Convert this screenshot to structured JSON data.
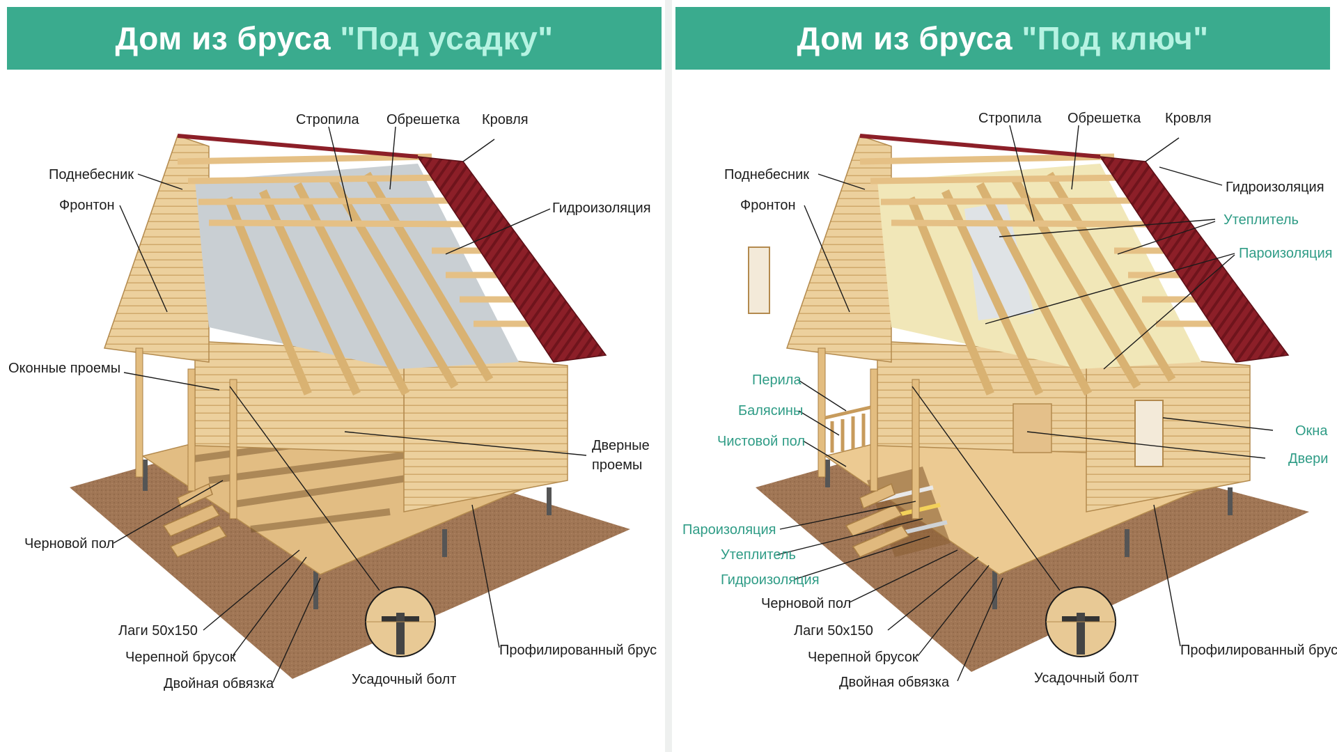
{
  "colors": {
    "header_bg": "#3aab8e",
    "header_accent": "#b6f3e2",
    "label_dark": "#1d1d1d",
    "label_teal": "#2f9c86",
    "roof": "#8c1f28",
    "timber": "#e8c792",
    "ground": "#9b7150"
  },
  "left": {
    "title_prefix": "Дом из бруса ",
    "title_accent": "\"Под усадку\"",
    "labels": {
      "stropila": "Стропила",
      "obreshetka": "Обрешетка",
      "krovlya": "Кровля",
      "podnebesnik": "Поднебесник",
      "fronton": "Фронтон",
      "gidroizolyaciya": "Гидроизоляция",
      "okonnye": "Оконные проемы",
      "dvernye_1": "Дверные",
      "dvernye_2": "проемы",
      "chernovoy": "Черновой пол",
      "lagi": "Лаги 50х150",
      "cherepnoy": "Черепной брусок",
      "dvoynaya": "Двойная обвязка",
      "usadochny": "Усадочный болт",
      "profil": "Профилированный брус"
    }
  },
  "right": {
    "title_prefix": "Дом из бруса ",
    "title_accent": "\"Под ключ\"",
    "labels": {
      "stropila": "Стропила",
      "obreshetka": "Обрешетка",
      "krovlya": "Кровля",
      "podnebesnik": "Поднебесник",
      "gidroizolyaciya_top": "Гидроизоляция",
      "fronton": "Фронтон",
      "uteplitel_top": "Утеплитель",
      "paroizolyaciya_top": "Пароизоляция",
      "perila": "Перила",
      "balyasiny": "Балясины",
      "chistovoy": "Чистовой пол",
      "okna": "Окна",
      "dveri": "Двери",
      "paroizolyaciya_bot": "Пароизоляция",
      "uteplitel_bot": "Утеплитель",
      "gidroizolyaciya_bot": "Гидроизоляция",
      "chernovoy": "Черновой пол",
      "lagi": "Лаги 50х150",
      "cherepnoy": "Черепной брусок",
      "dvoynaya": "Двойная обвязка",
      "usadochny": "Усадочный болт",
      "profil": "Профилированный брус"
    }
  }
}
